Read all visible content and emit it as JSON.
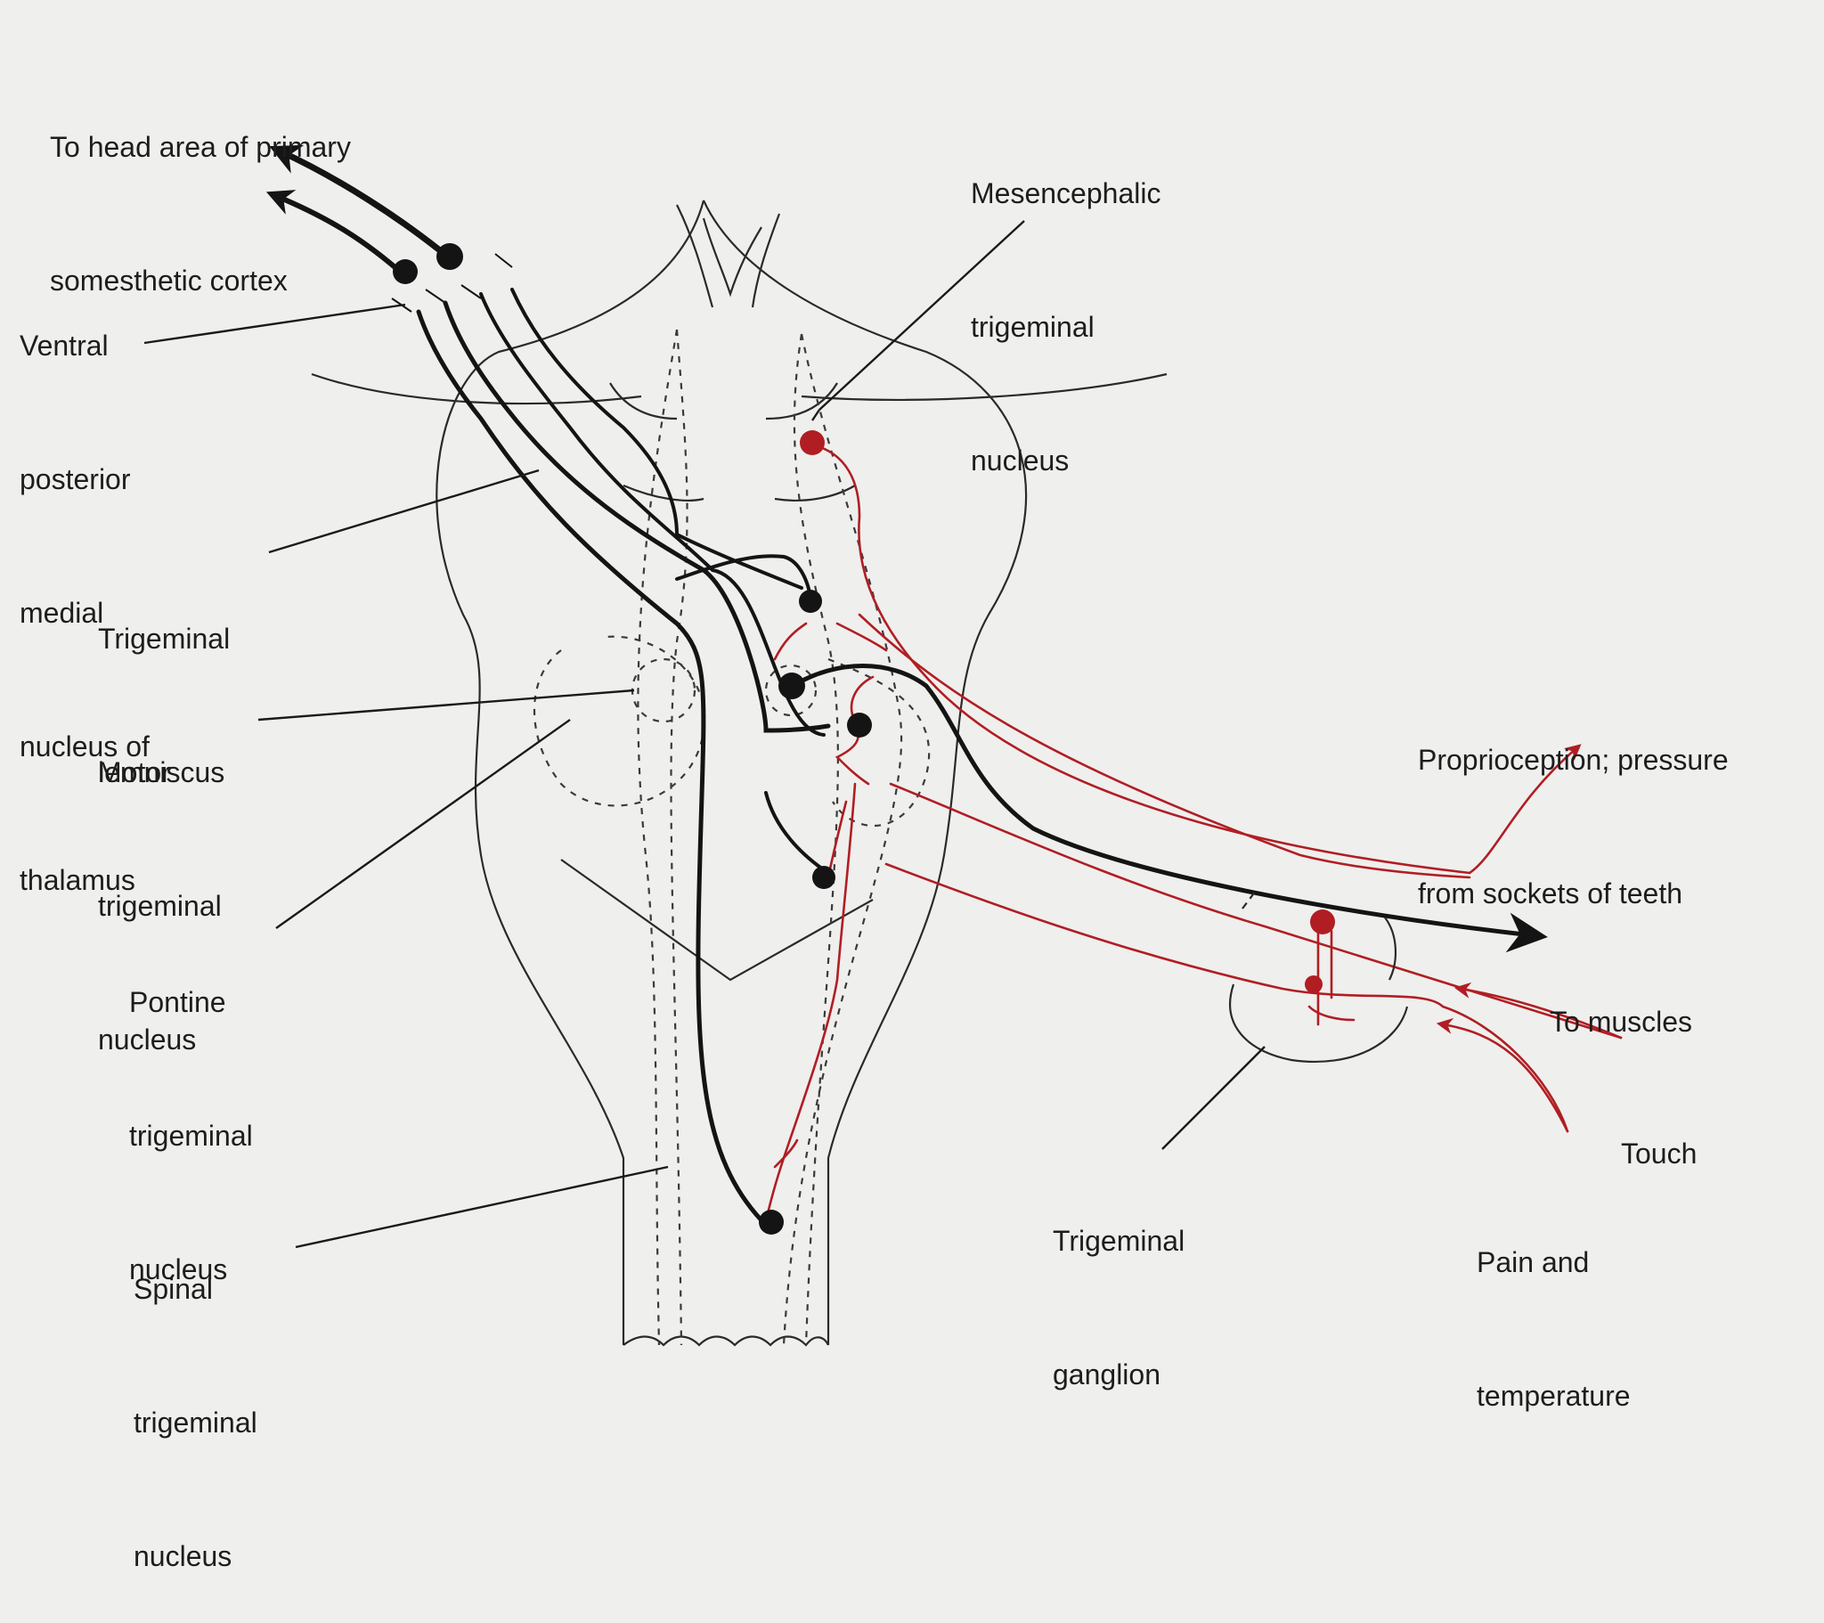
{
  "colors": {
    "background": "#efefed",
    "ink": "#1a1a1a",
    "motor_pathway": "#141414",
    "sensory_pathway": "#b01e23",
    "outline": "#2a2a2a"
  },
  "labels": {
    "cortex": [
      "To head area of primary",
      "somesthetic cortex"
    ],
    "vpm": [
      "Ventral",
      "posterior",
      "medial",
      "nucleus of",
      "thalamus"
    ],
    "lemniscus": [
      "Trigeminal",
      "lemniscus"
    ],
    "motor_nucleus": [
      "Motor",
      "trigeminal",
      "nucleus"
    ],
    "pontine": [
      "Pontine",
      "trigeminal",
      "nucleus"
    ],
    "spinal": [
      "Spinal",
      "trigeminal",
      "nucleus"
    ],
    "mesencephalic": [
      "Mesencephalic",
      "trigeminal",
      "nucleus"
    ],
    "proprioception": [
      "Proprioception; pressure",
      "from sockets of teeth"
    ],
    "muscles": [
      "To muscles"
    ],
    "touch": [
      "Touch"
    ],
    "ganglion": [
      "Trigeminal",
      "ganglion"
    ],
    "pain": [
      "Pain and",
      "temperature"
    ]
  },
  "icons": {
    "arrowhead": "arrow-head-icon",
    "neuron": "neuron-cell-body-icon"
  }
}
